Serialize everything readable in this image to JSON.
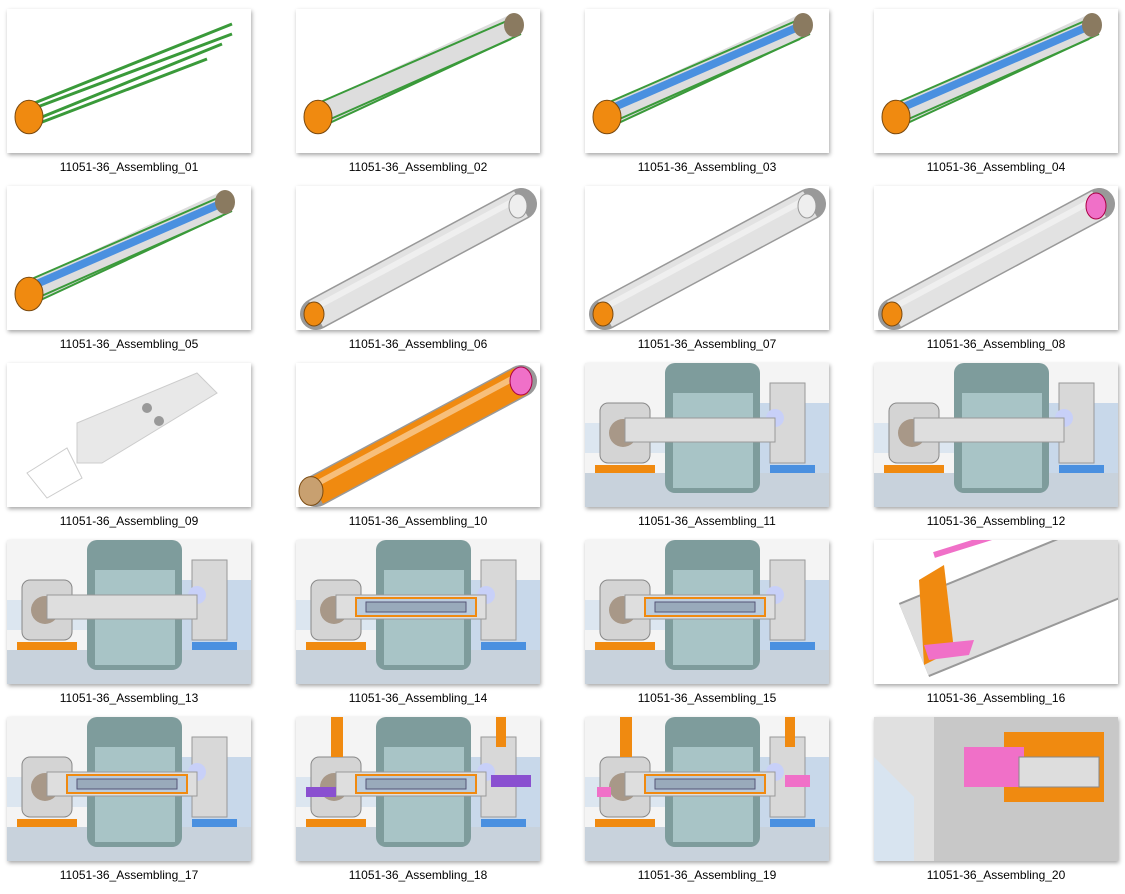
{
  "files": [
    {
      "name": "11051-36_Assembling_01",
      "thumb": "rods"
    },
    {
      "name": "11051-36_Assembling_02",
      "thumb": "cage"
    },
    {
      "name": "11051-36_Assembling_03",
      "thumb": "cage-blue"
    },
    {
      "name": "11051-36_Assembling_04",
      "thumb": "cage-blue"
    },
    {
      "name": "11051-36_Assembling_05",
      "thumb": "cage-blue"
    },
    {
      "name": "11051-36_Assembling_06",
      "thumb": "tube-white"
    },
    {
      "name": "11051-36_Assembling_07",
      "thumb": "tube-white"
    },
    {
      "name": "11051-36_Assembling_08",
      "thumb": "tube-pink"
    },
    {
      "name": "11051-36_Assembling_09",
      "thumb": "block"
    },
    {
      "name": "11051-36_Assembling_10",
      "thumb": "tube-orange"
    },
    {
      "name": "11051-36_Assembling_11",
      "thumb": "machine"
    },
    {
      "name": "11051-36_Assembling_12",
      "thumb": "machine"
    },
    {
      "name": "11051-36_Assembling_13",
      "thumb": "machine"
    },
    {
      "name": "11051-36_Assembling_14",
      "thumb": "machine-section"
    },
    {
      "name": "11051-36_Assembling_15",
      "thumb": "machine-section"
    },
    {
      "name": "11051-36_Assembling_16",
      "thumb": "closeup-tube"
    },
    {
      "name": "11051-36_Assembling_17",
      "thumb": "machine-section"
    },
    {
      "name": "11051-36_Assembling_18",
      "thumb": "machine-purple"
    },
    {
      "name": "11051-36_Assembling_19",
      "thumb": "machine-pink"
    },
    {
      "name": "11051-36_Assembling_20",
      "thumb": "closeup-section"
    }
  ],
  "colors": {
    "orange": "#f08a10",
    "green": "#3a9a3a",
    "blue": "#4a90e0",
    "pink": "#f070c8",
    "purple": "#8a50d0",
    "grey": "#cfcfcf"
  }
}
